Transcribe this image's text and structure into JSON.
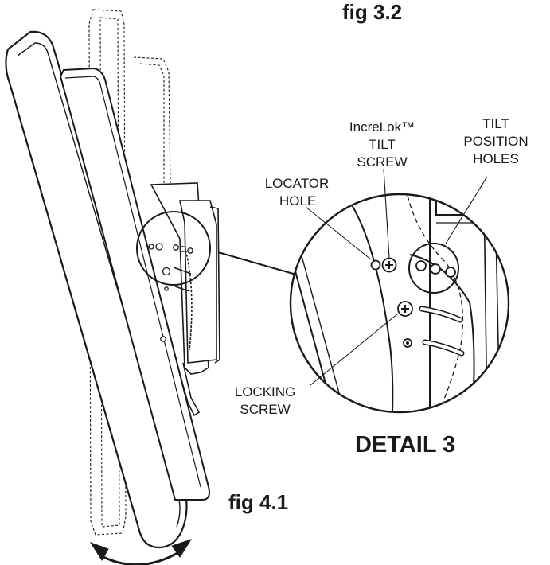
{
  "figures": {
    "top_caption": "fig 3.2",
    "main_caption": "fig 4.1",
    "detail_caption": "DETAIL 3"
  },
  "callouts": {
    "increlok": [
      "IncreLok™",
      "TILT",
      "SCREW"
    ],
    "tilt_holes": [
      "TILT",
      "POSITION",
      "HOLES"
    ],
    "locator": [
      "LOCATOR",
      "HOLE"
    ],
    "locking": [
      "LOCKING",
      "SCREW"
    ]
  },
  "colors": {
    "ink": "#1a1a1a",
    "background": "#ffffff"
  }
}
